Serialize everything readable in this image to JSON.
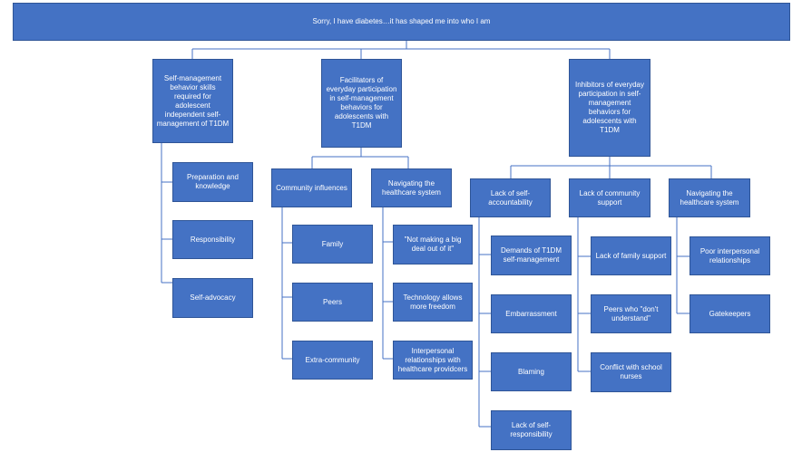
{
  "root": "Sorry, I have diabetes…it  has shaped me into who I am",
  "categories": [
    "Self-management behavior  skills required for adolescent independent  self-management  of T1DM",
    "Facilitators  of  everyday participation  in self-management behaviors  for adolescents with T1DM",
    "Inhibitors of everyday participation  in  self-management behaviors for adolescents with T1DM"
  ],
  "skills": [
    "Preparation  and knowledge",
    "Responsibility",
    "Self-advocacy"
  ],
  "facilitators": {
    "community": {
      "title": "Community influences",
      "items": [
        "Family",
        "Peers",
        "Extra-community"
      ]
    },
    "healthcare": {
      "title": "Navigating  the healthcare  system",
      "items": [
        "\"Not making  a big deal out of it\"",
        "Technology allows more freedom",
        "Interpersonal relationships with healthcare providcers"
      ]
    }
  },
  "inhibitors": {
    "accountability": {
      "title": "Lack of self-accountability",
      "items": [
        "Demands of T1DM self-management",
        "Embarrassment",
        "Blaming",
        "Lack of self-responsibility"
      ]
    },
    "community": {
      "title": "Lack of community support",
      "items": [
        "Lack of family support",
        "Peers who \"don't understand\"",
        "Conflict with school nurses"
      ]
    },
    "healthcare": {
      "title": "Navigating  the healthcare  system",
      "items": [
        "Poor interpersonal relationships",
        "Gatekeepers"
      ]
    }
  },
  "colors": {
    "box_fill": "#4472c4",
    "box_border": "#2f5597",
    "connector": "#4472c4",
    "text": "#ffffff"
  }
}
